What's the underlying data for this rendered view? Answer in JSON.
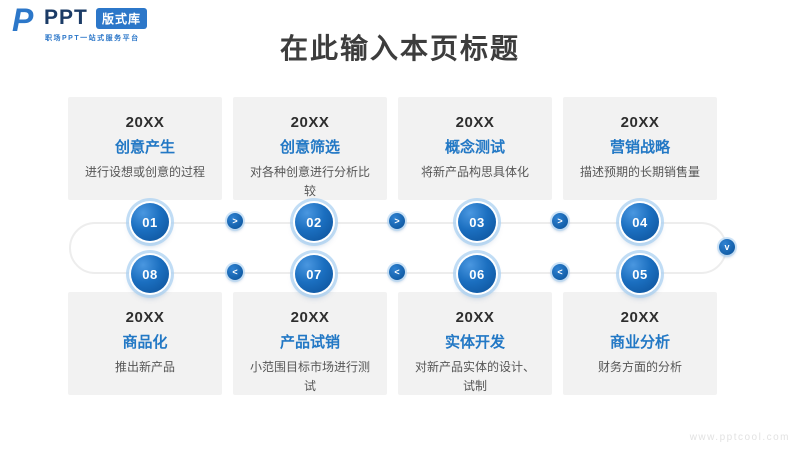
{
  "logo": {
    "icon": "ppt-logo-icon",
    "brand": "PPT",
    "badge": "版式库",
    "tagline": "职场PPT一站式服务平台"
  },
  "title": "在此输入本页标题",
  "watermark": "www.pptcool.com",
  "colors": {
    "accent_blue": "#2278c5",
    "bubble_blue_dark": "#0c4f96",
    "bubble_blue_light": "#4a97e0",
    "card_bg": "#f2f2f2",
    "title_text": "#3d3d3d",
    "desc_text": "#565656",
    "track_line": "#ededed",
    "watermark_gray": "#e2e2e2"
  },
  "steps_top": [
    {
      "year": "20XX",
      "name": "创意产生",
      "desc": "进行设想或创意的过程",
      "num": "01"
    },
    {
      "year": "20XX",
      "name": "创意筛选",
      "desc": "对各种创意进行分析比较",
      "num": "02"
    },
    {
      "year": "20XX",
      "name": "概念测试",
      "desc": "将新产品构思具体化",
      "num": "03"
    },
    {
      "year": "20XX",
      "name": "营销战略",
      "desc": "描述预期的长期销售量",
      "num": "04"
    }
  ],
  "steps_bottom": [
    {
      "year": "20XX",
      "name": "商品化",
      "desc": "推出新产品",
      "num": "08"
    },
    {
      "year": "20XX",
      "name": "产品试销",
      "desc": "小范围目标市场进行测试",
      "num": "07"
    },
    {
      "year": "20XX",
      "name": "实体开发",
      "desc": "对新产品实体的设计、试制",
      "num": "06"
    },
    {
      "year": "20XX",
      "name": "商业分析",
      "desc": "财务方面的分析",
      "num": "05"
    }
  ],
  "connectors": {
    "right": ">",
    "left": "<",
    "down": "v"
  }
}
